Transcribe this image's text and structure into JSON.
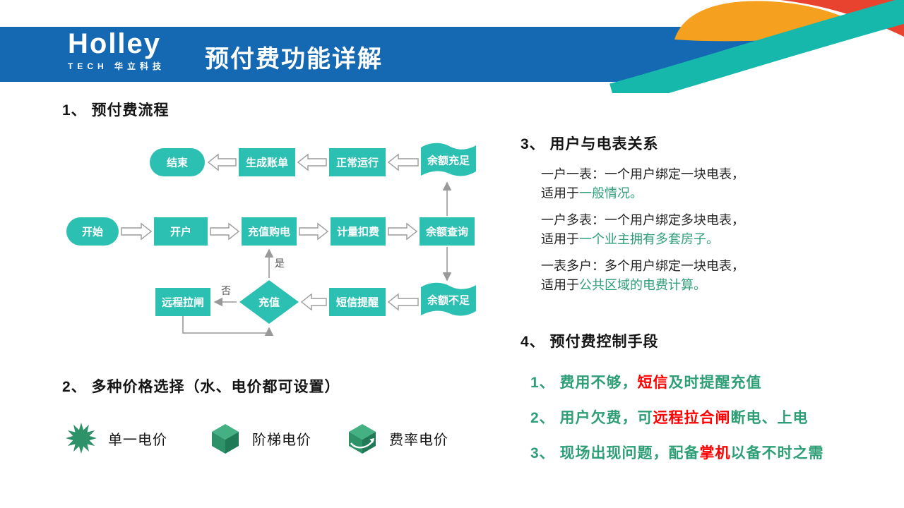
{
  "header": {
    "brand": "Holley",
    "brand_sub": "TECH 华立科技",
    "title": "预付费功能详解"
  },
  "colors": {
    "header_bar": "#1568B2",
    "flow_node_teal": "#2CC0B3",
    "highlight_green": "#2E9E77",
    "highlight_red": "#FF0000",
    "decor_teal": "#17B8AC",
    "decor_orange": "#F5A01E",
    "decor_red": "#E8432E"
  },
  "flow": {
    "heading": "1、 预付费流程",
    "nodes": {
      "start": "开始",
      "open": "开户",
      "buy": "充值购电",
      "meter": "计量扣费",
      "query": "余额查询",
      "enough": "余额充足",
      "normal": "正常运行",
      "bill": "生成账单",
      "end": "结束",
      "low": "余额不足",
      "sms": "短信提醒",
      "recharge": "充值",
      "trip": "远程拉闸"
    },
    "labels": {
      "yes": "是",
      "no": "否"
    }
  },
  "pricing": {
    "heading": "2、 多种价格选择（水、电价都可设置）",
    "options": [
      {
        "icon": "starburst-icon",
        "label": "单一电价"
      },
      {
        "icon": "cube-icon",
        "label": "阶梯电价"
      },
      {
        "icon": "cube-arrows-icon",
        "label": "费率电价"
      }
    ]
  },
  "relations": {
    "heading": "3、 用户与电表关系",
    "items": [
      {
        "text": "一户一表：一个用户绑定一块电表，适用于",
        "highlight": "一般情况。"
      },
      {
        "text": "一户多表：一个用户绑定多块电表，适用于",
        "highlight": "一个业主拥有多套房子。"
      },
      {
        "text": "一表多户：多个用户绑定一块电表，适用于",
        "highlight": "公共区域的电费计算。"
      }
    ]
  },
  "controls": {
    "heading": "4、 预付费控制手段",
    "items": [
      {
        "pre": "1、 费用不够，",
        "red": "短信",
        "post": "及时提醒充值"
      },
      {
        "pre": "2、 用户欠费，可",
        "red": "远程拉合闸",
        "post": "断电、上电"
      },
      {
        "pre": "3、 现场出现问题，配备",
        "red": "掌机",
        "post": "以备不时之需"
      }
    ]
  }
}
